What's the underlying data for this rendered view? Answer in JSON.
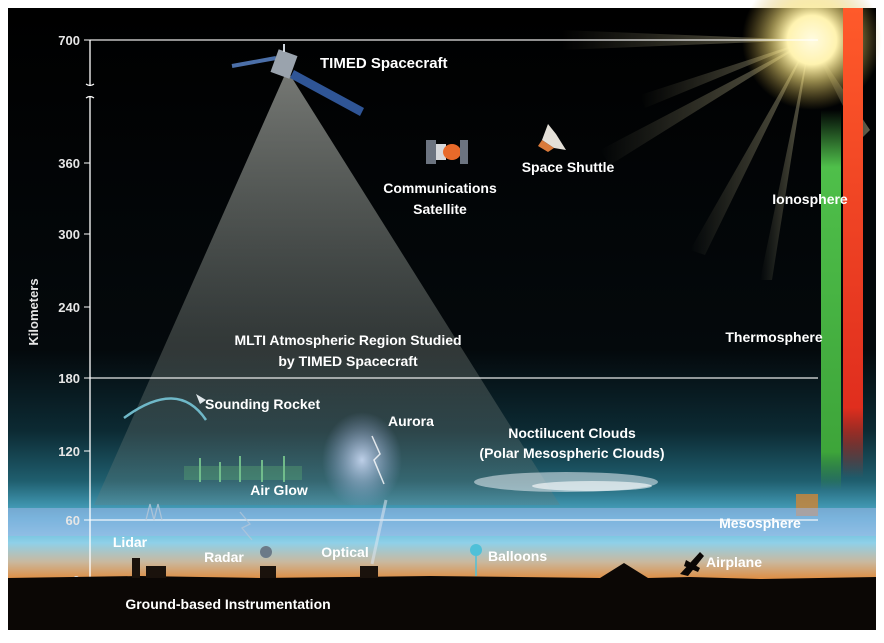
{
  "axis": {
    "label": "Kilometers",
    "ticks": [
      "700",
      "360",
      "300",
      "240",
      "180",
      "120",
      "60",
      "0"
    ]
  },
  "labels": {
    "timed": "TIMED Spacecraft",
    "shuttle": "Space Shuttle",
    "comsat_line1": "Communications",
    "comsat_line2": "Satellite",
    "ionosphere": "Ionosphere",
    "thermosphere": "Thermosphere",
    "mesosphere": "Mesosphere",
    "mlti_line1": "MLTI Atmospheric Region Studied",
    "mlti_line2": "by TIMED Spacecraft",
    "rocket": "Sounding Rocket",
    "aurora": "Aurora",
    "nlc_line1": "Noctilucent Clouds",
    "nlc_line2": "(Polar Mesospheric Clouds)",
    "airglow": "Air Glow",
    "lidar": "Lidar",
    "radar": "Radar",
    "optical": "Optical",
    "balloons": "Balloons",
    "airplane": "Airplane",
    "ground": "Ground-based Instrumentation"
  },
  "colors": {
    "sky_top": "#000000",
    "sky_teal": "#1f5e6e",
    "haze_blue": "#4fb0cf",
    "horizon_orange": "#e08a3c",
    "ionosphere_bar": "#e8412a",
    "thermosphere_bar": "#4fbf4a",
    "sun": "#fff7c8"
  }
}
